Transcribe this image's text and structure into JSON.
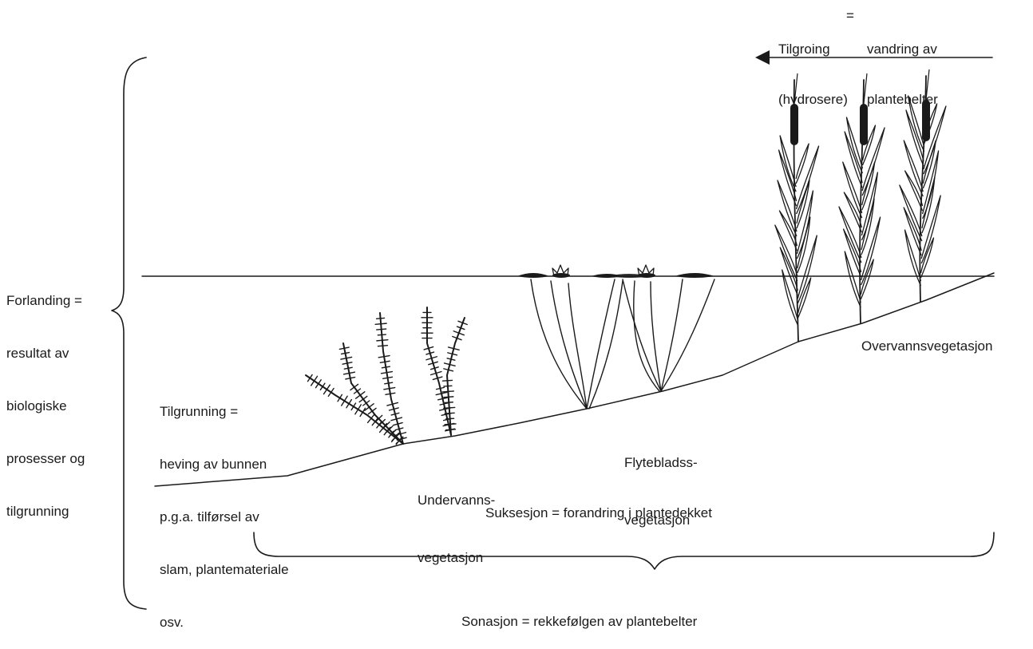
{
  "labels": {
    "tilgroing": {
      "term": "Tilgroing",
      "term_sub": "(hydrosere)",
      "eq": "=",
      "def_1": "vandring av",
      "def_2": "plantebelter"
    },
    "forlanding": [
      "Forlanding =",
      "resultat av",
      "biologiske",
      "prosesser og",
      "tilgrunning"
    ],
    "tilgrunning": [
      "Tilgrunning =",
      "heving av bunnen",
      "p.g.a. tilførsel av",
      "slam, plantemateriale",
      "osv."
    ],
    "undervann": [
      "Undervanns-",
      "vegetasjon"
    ],
    "flyteblad": [
      "Flytebladss-",
      "vegetasjon"
    ],
    "overvann": "Overvannsvegetasjon",
    "suksesjon": "Suksesjon = forandring i plantedekket",
    "sonasjon": "Sonasjon = rekkefølgen av plantebelter"
  },
  "icons": [
    "left-arrow-icon",
    "curly-brace-icon",
    "submerged-plant-icon",
    "water-lily-icon",
    "cattail-icon"
  ],
  "colors": {
    "ink": "#1a1a1a",
    "background": "#ffffff"
  }
}
